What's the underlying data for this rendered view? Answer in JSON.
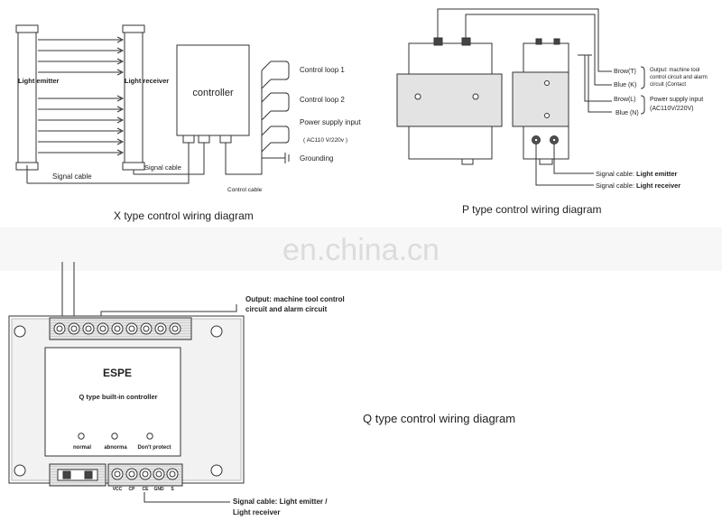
{
  "x_diagram": {
    "caption": "X type control wiring diagram",
    "emitter_label": "Light emitter",
    "receiver_label": "Light receiver",
    "controller_label": "controller",
    "signal_cable_1": "Signal cable",
    "signal_cable_2": "Signal cable",
    "control_cable": "Control cable",
    "outputs": [
      "Control loop 1",
      "Control loop 2",
      "Power supply input",
      "( AC110 V/220v )",
      "Grounding"
    ]
  },
  "p_diagram": {
    "caption": "P type control wiring diagram",
    "brow_t": "Brow(T)",
    "blue_k": "Blue (K)",
    "output_line1": "Output: machine tool",
    "output_line2": "control circuit and alarm",
    "output_line3": "circuit     (Contact",
    "brow_l": "Brow(L)",
    "blue_n": "Blue (N)",
    "power_line1": "Power supply input",
    "power_line2": "(AC110V/220V)",
    "signal_emitter_prefix": "Signal cable: ",
    "signal_emitter_value": "Light emitter",
    "signal_receiver_prefix": "Signal cable: ",
    "signal_receiver_value": "Light receiver"
  },
  "q_diagram": {
    "caption": "Q type control wiring diagram",
    "output_line1": "Output: machine tool control",
    "output_line2": "circuit and alarm circuit",
    "brand": "ESPE",
    "subtitle": "Q type built-in controller",
    "indicators": [
      "normal",
      "abnorma",
      "Don't protect"
    ],
    "terminal_labels": [
      "VCC",
      "CP",
      "CE",
      "GND",
      "S"
    ],
    "signal_prefix": "Signal cable: ",
    "signal_line1": "Light emitter /",
    "signal_line2": "Light receiver"
  },
  "watermark": "en.china.cn",
  "colors": {
    "line": "#333333",
    "grey_fill": "#dddddd",
    "panel": "#ebebeb"
  }
}
